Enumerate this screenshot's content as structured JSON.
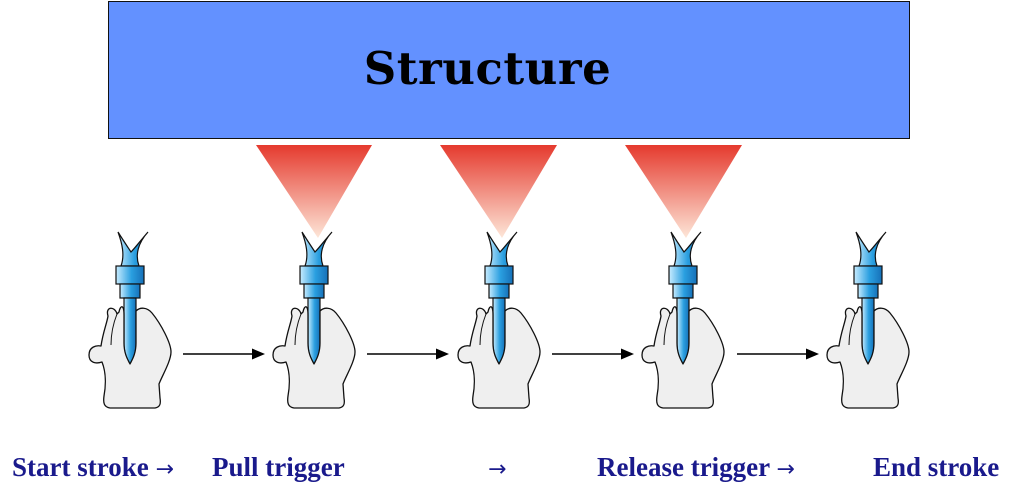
{
  "header": {
    "title": "Structure"
  },
  "steps": [
    {
      "label": "Start stroke",
      "arrow": "→"
    },
    {
      "label": "Pull trigger",
      "arrow": ""
    },
    {
      "label": "",
      "arrow": "→"
    },
    {
      "label": "Release trigger",
      "arrow": "→"
    },
    {
      "label": "End stroke",
      "arrow": ""
    }
  ],
  "colors": {
    "structure_fill": "#6391ff",
    "spray_top": "#e53a2e",
    "spray_bottom": "#fde6d8",
    "gun_blue": "#2a9fe0",
    "label_text": "#1a1a8c"
  },
  "icons": [
    "spray-gun-hand-icon",
    "spray-cone-icon",
    "arrow-right-icon"
  ]
}
